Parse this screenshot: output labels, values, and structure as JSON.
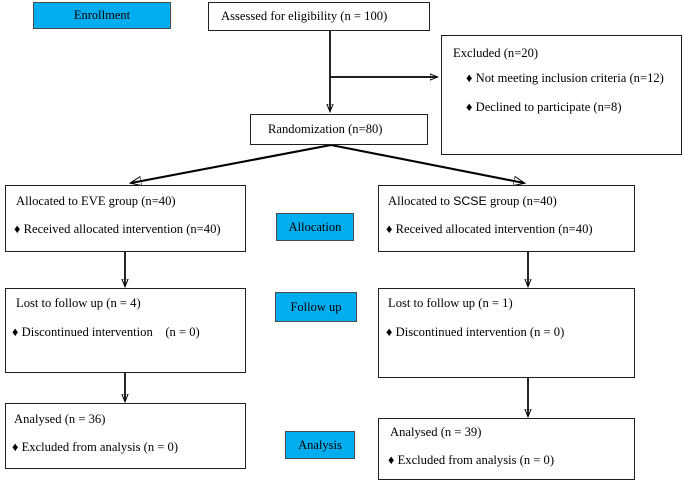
{
  "diagram": {
    "type": "consort-flow-diagram",
    "stage_labels": [
      {
        "id": "enrollment",
        "label": "Enrollment"
      },
      {
        "id": "allocation",
        "label": "Allocation"
      },
      {
        "id": "follow-up",
        "label": "Follow up"
      },
      {
        "id": "analysis",
        "label": "Analysis"
      }
    ],
    "accent_color": "#00AEEF",
    "line_color": "#000000",
    "box_border_color": "#231f20",
    "bullet_glyph": "♦",
    "nodes": {
      "assessed": {
        "title_pre": "Assessed for eligibility (",
        "title_italic": "n",
        "title_post": " = 100)"
      },
      "excluded": {
        "title": "Excluded (n=20)",
        "items": [
          "Not meeting inclusion criteria (n=12)",
          "Declined to participate (n=8)"
        ]
      },
      "randomization": {
        "title": "Randomization (n=80)"
      },
      "alloc_left": {
        "title": "Allocated to EVE group (n=40)",
        "items": [
          "Received allocated intervention (n=40)"
        ]
      },
      "alloc_right": {
        "title_pre": "Allocated to ",
        "title_strong": "SCSE",
        "title_post": " group (n=40)",
        "items": [
          "Received allocated intervention (n=40)"
        ]
      },
      "follow_left": {
        "title": "Lost to follow up (n = 4)",
        "items": [
          "Discontinued intervention    (n = 0)"
        ]
      },
      "follow_right": {
        "title": "Lost to follow up (n = 1)",
        "items": [
          "Discontinued intervention (n = 0)"
        ]
      },
      "analysed_left": {
        "title": "Analysed  (n = 36)",
        "items": [
          "Excluded from analysis (n = 0)"
        ]
      },
      "analysed_right": {
        "title": "Analysed  (n = 39)",
        "items": [
          "Excluded from analysis (n = 0)"
        ]
      }
    }
  }
}
